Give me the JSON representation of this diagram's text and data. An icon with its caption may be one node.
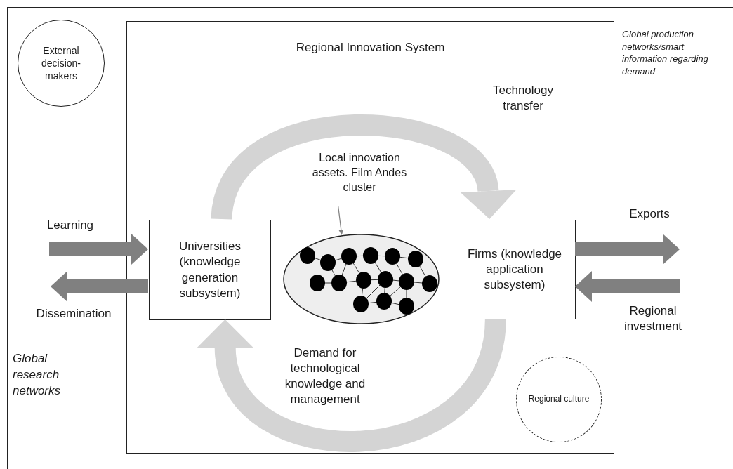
{
  "diagram": {
    "nodes": [
      {
        "text": [
          "Regional Innovation System"
        ]
      },
      {
        "text": [
          "External decision-makers"
        ]
      },
      {
        "text": [
          "Local innovation assets. Film Andes cluster"
        ],
        "in": 0
      },
      {
        "text": [
          "Universities (knowledge generation subsystem)"
        ],
        "in": 0
      },
      {
        "text": [],
        "shape": "ellipse",
        "in": 0
      },
      {
        "text": [
          "Firms (knowledge application subsystem)"
        ],
        "in": 0
      },
      {
        "text": [
          "Regional culture"
        ],
        "in": 0
      }
    ],
    "edges": [
      {
        "from": null,
        "to": 3,
        "arrow": "to",
        "label": "Learning"
      },
      {
        "from": 3,
        "to": null,
        "arrow": "to",
        "label": "Dissemination"
      },
      {
        "from": 3,
        "to": 5,
        "arrow": "to",
        "label": "Technology transfer",
        "color": "#d4d4d4"
      },
      {
        "from": 2,
        "to": 4,
        "arrow": "to"
      },
      {
        "from": 5,
        "to": null,
        "arrow": "to",
        "label": "Exports"
      },
      {
        "from": null,
        "to": 5,
        "arrow": "to",
        "label": "Regional investment"
      },
      {
        "from": 5,
        "to": 3,
        "arrow": "to",
        "label": "Demand for technological knowledge and management",
        "color": "#d4d4d4"
      }
    ],
    "labels": [
      "Global production networks/smart information regarding demand",
      "Global research networks"
    ]
  }
}
